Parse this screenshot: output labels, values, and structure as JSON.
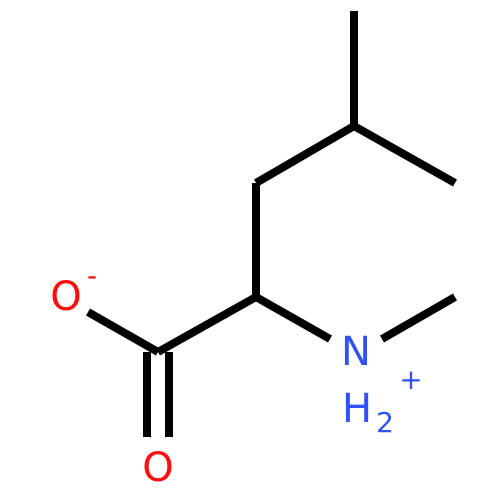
{
  "molecule": {
    "atoms": {
      "carboxylate_oxygen": {
        "symbol": "O",
        "charge": "-",
        "color": "#ff0d0d"
      },
      "carbonyl_oxygen": {
        "symbol": "O",
        "color": "#ff0d0d"
      },
      "ammonium_nitrogen": {
        "symbol": "N",
        "hydrogen": "H",
        "hydrogen_count": "2",
        "charge": "+",
        "color": "#3050f8"
      }
    },
    "bond_color": "#000000"
  }
}
